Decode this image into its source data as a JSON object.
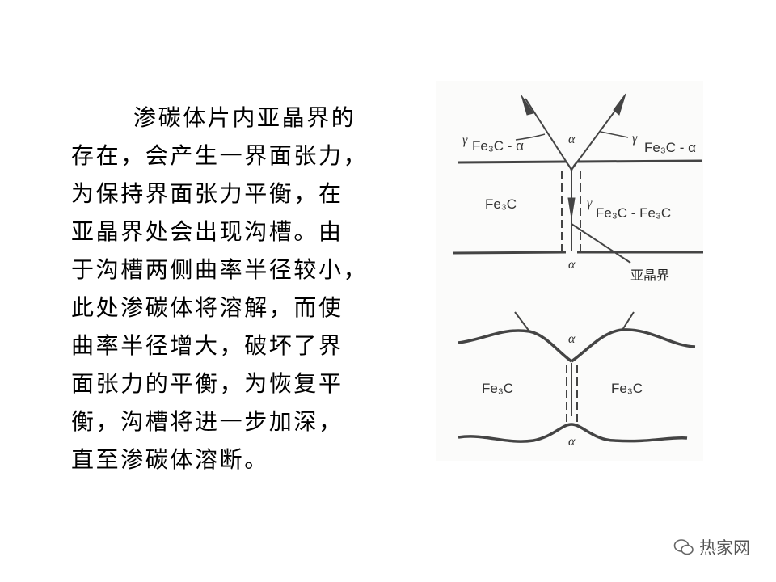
{
  "paragraph": [
    "渗碳体片内亚晶界的",
    "存在，会产生一界面张力，",
    "为保持界面张力平衡，在",
    "亚晶界处会出现沟槽。由",
    "于沟槽两侧曲率半径较小，",
    "此处渗碳体将溶解，而使",
    "曲率半径增大，破坏了界",
    "面张力的平衡，为恢复平",
    "衡，沟槽将进一步加深，",
    "直至渗碳体溶断。"
  ],
  "diagram_top": {
    "gamma": "γ",
    "left_tension": "Fe₃C - α",
    "right_tension": "Fe₃C - α",
    "alpha_top": "α",
    "alpha_bottom": "α",
    "phase": "Fe₃C",
    "boundary_tension": "Fe₃C - Fe₃C",
    "subgrain_label": "亚晶界"
  },
  "diagram_bottom": {
    "alpha_top": "α",
    "alpha_bottom": "α",
    "left_phase": "Fe₃C",
    "right_phase": "Fe₃C"
  },
  "watermark": {
    "text": "热家网",
    "icon": "wechat-icon"
  }
}
